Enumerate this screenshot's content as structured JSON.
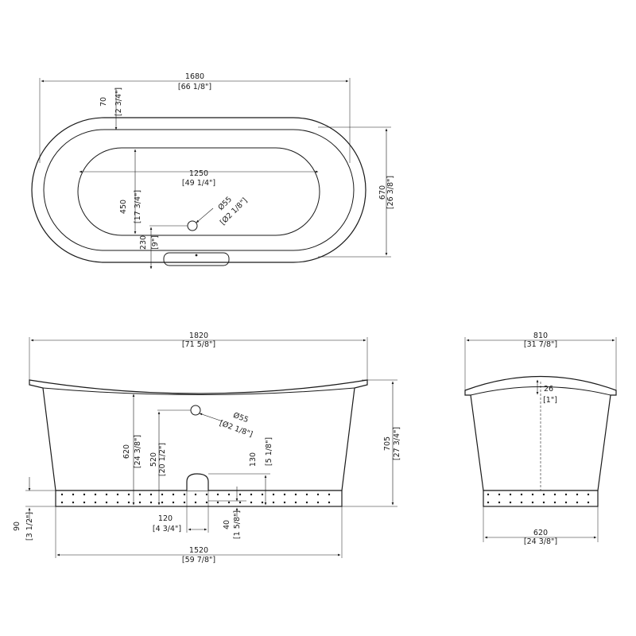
{
  "top_view": {
    "overall_length": {
      "mm": "1680",
      "in": "[66 1/8\"]"
    },
    "rim_width": {
      "mm": "70",
      "in": "[2 3/4\"]"
    },
    "inner_length": {
      "mm": "1250",
      "in": "[49 1/4\"]"
    },
    "inner_width": {
      "mm": "450",
      "in": "[17 3/4\"]"
    },
    "drain_diameter": {
      "mm": "Ø55",
      "in": "[Ø2 1/8\"]"
    },
    "drain_offset": {
      "mm": "230",
      "in": "[9\"]"
    },
    "overall_width": {
      "mm": "670",
      "in": "[26 3/8\"]"
    }
  },
  "front_view": {
    "overall_length": {
      "mm": "1820",
      "in": "[71 5/8\"]"
    },
    "overflow_height": {
      "mm": "620",
      "in": "[24 3/8\"]"
    },
    "overflow_diameter": {
      "mm": "Ø55",
      "in": "[Ø2 1/8\"]"
    },
    "overflow_center_height": {
      "mm": "520",
      "in": "[20 1/2\"]"
    },
    "outlet_height": {
      "mm": "130",
      "in": "[5 1/8\"]"
    },
    "overall_height": {
      "mm": "705",
      "in": "[27 3/4\"]"
    },
    "outlet_width": {
      "mm": "120",
      "in": "[4 3/4\"]"
    },
    "outlet_base": {
      "mm": "40",
      "in": "[1 5/8\"]"
    },
    "base_height": {
      "mm": "90",
      "in": "[3 1/2\"]"
    },
    "base_length": {
      "mm": "1520",
      "in": "[59 7/8\"]"
    }
  },
  "side_view": {
    "overall_width": {
      "mm": "810",
      "in": "[31 7/8\"]"
    },
    "rim_thickness": {
      "mm": "26",
      "in": "[1\"]"
    },
    "base_width": {
      "mm": "620",
      "in": "[24 3/8\"]"
    }
  }
}
